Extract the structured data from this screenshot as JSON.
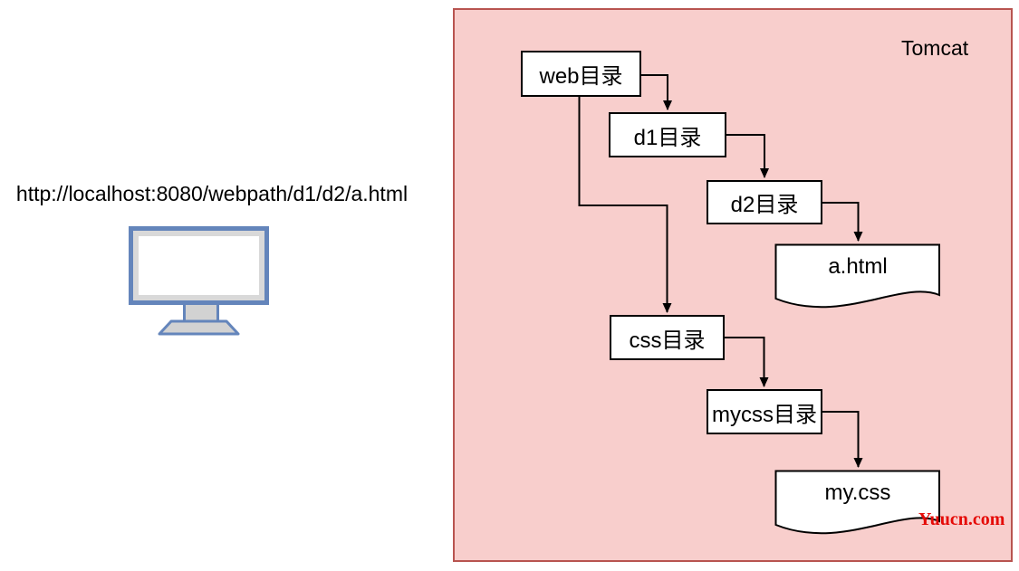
{
  "client": {
    "url_text": "http://localhost:8080/webpath/d1/d2/a.html",
    "monitor_icon": "computer-monitor"
  },
  "server": {
    "label": "Tomcat",
    "panel_fill_color": "#f8cecc",
    "panel_border_color": "#b85450",
    "directories": {
      "web": {
        "label": "web目录"
      },
      "d1": {
        "label": "d1目录"
      },
      "d2": {
        "label": "d2目录"
      },
      "css": {
        "label": "css目录"
      },
      "mycss": {
        "label": "mycss目录"
      }
    },
    "files": {
      "a_html": {
        "label": "a.html"
      },
      "my_css": {
        "label": "my.css"
      }
    },
    "edges": [
      {
        "from": "web目录",
        "to": "d1目录"
      },
      {
        "from": "d1目录",
        "to": "d2目录"
      },
      {
        "from": "d2目录",
        "to": "a.html"
      },
      {
        "from": "web目录",
        "to": "css目录"
      },
      {
        "from": "css目录",
        "to": "mycss目录"
      },
      {
        "from": "mycss目录",
        "to": "my.css"
      }
    ]
  },
  "watermark": {
    "text": "Yuucn.com",
    "color": "#e50b07"
  }
}
